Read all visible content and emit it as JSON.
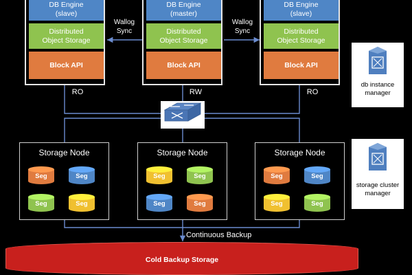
{
  "db_instances": [
    {
      "engine_line1": "DB  Engine",
      "engine_line2": "(slave)",
      "storage_line1": "Distributed",
      "storage_line2": "Object Storage",
      "api": "Block API",
      "port": "RO"
    },
    {
      "engine_line1": "DB Engine",
      "engine_line2": "(master)",
      "storage_line1": "Distributed",
      "storage_line2": "Object Storage",
      "api": "Block API",
      "port": "RW"
    },
    {
      "engine_line1": "DB Engine",
      "engine_line2": "(slave)",
      "storage_line1": "Distributed",
      "storage_line2": "Object Storage",
      "api": "Block API",
      "port": "RO"
    }
  ],
  "sync_labels": [
    {
      "line1": "Wallog",
      "line2": "Sync"
    },
    {
      "line1": "Wallog",
      "line2": "Sync"
    }
  ],
  "storage_nodes": [
    {
      "title": "Storage Node",
      "segments": [
        {
          "label": "Seg",
          "color": "#e07b3f"
        },
        {
          "label": "Seg",
          "color": "#4f86c6"
        },
        {
          "label": "Seg",
          "color": "#8fc34f"
        },
        {
          "label": "Seg",
          "color": "#f0c030"
        }
      ]
    },
    {
      "title": "Storage Node",
      "segments": [
        {
          "label": "Seg",
          "color": "#f0c030"
        },
        {
          "label": "Seg",
          "color": "#8fc34f"
        },
        {
          "label": "Seg",
          "color": "#4f86c6"
        },
        {
          "label": "Seg",
          "color": "#e07b3f"
        }
      ]
    },
    {
      "title": "Storage Node",
      "segments": [
        {
          "label": "Seg",
          "color": "#e07b3f"
        },
        {
          "label": "Seg",
          "color": "#4f86c6"
        },
        {
          "label": "Seg",
          "color": "#f0c030"
        },
        {
          "label": "Seg",
          "color": "#8fc34f"
        }
      ]
    }
  ],
  "managers": [
    {
      "line1": "db instance",
      "line2": "manager",
      "icon": "server-icon"
    },
    {
      "line1": "storage cluster",
      "line2": "manager",
      "icon": "server-icon"
    }
  ],
  "backup": {
    "continuous": "Continuous Backup",
    "cold": "Cold Backup Storage"
  },
  "switch": {
    "icon": "network-switch-icon"
  },
  "colors": {
    "line": "#6b8ccf",
    "cold": "#c8201d",
    "engine": "#4f86c6",
    "storage": "#8fc34f",
    "api": "#e07b3f"
  }
}
